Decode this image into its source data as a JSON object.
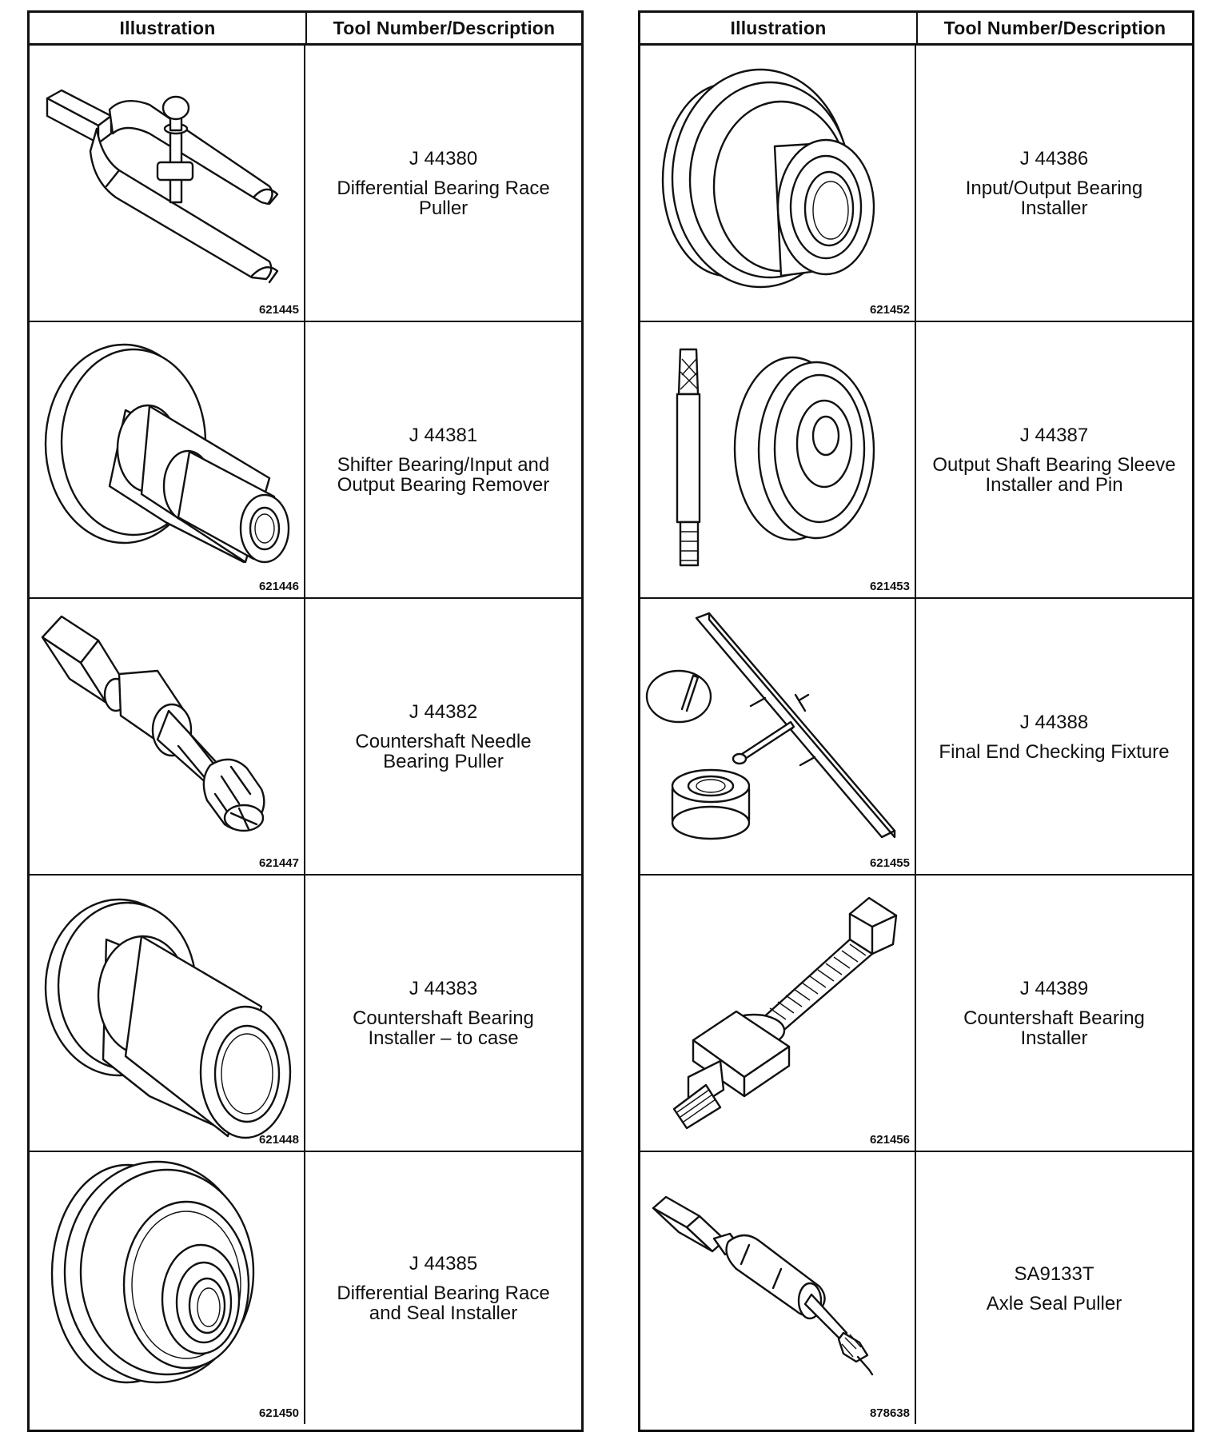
{
  "headers": {
    "illustration": "Illustration",
    "description": "Tool Number/Description"
  },
  "left_rows": [
    {
      "fig": "621445",
      "tool": "J 44380",
      "desc": [
        "Differential Bearing Race",
        "Puller"
      ],
      "icon": "race-puller-icon"
    },
    {
      "fig": "621446",
      "tool": "J 44381",
      "desc": [
        "Shifter Bearing/Input and",
        "Output Bearing Remover"
      ],
      "icon": "bearing-remover-icon"
    },
    {
      "fig": "621447",
      "tool": "J 44382",
      "desc": [
        "Countershaft Needle",
        "Bearing Puller"
      ],
      "icon": "needle-bearing-puller-icon"
    },
    {
      "fig": "621448",
      "tool": "J 44383",
      "desc": [
        "Countershaft Bearing",
        "Installer – to case"
      ],
      "icon": "bearing-installer-icon"
    },
    {
      "fig": "621450",
      "tool": "J 44385",
      "desc": [
        "Differential Bearing Race",
        "and Seal Installer"
      ],
      "icon": "race-seal-installer-icon"
    }
  ],
  "right_rows": [
    {
      "fig": "621452",
      "tool": "J 44386",
      "desc": [
        "Input/Output Bearing",
        "Installer"
      ],
      "icon": "input-output-installer-icon"
    },
    {
      "fig": "621453",
      "tool": "J 44387",
      "desc": [
        "Output Shaft Bearing Sleeve",
        "Installer and Pin"
      ],
      "icon": "sleeve-installer-pin-icon"
    },
    {
      "fig": "621455",
      "tool": "J 44388",
      "desc": [
        "Final End Checking Fixture"
      ],
      "icon": "checking-fixture-icon"
    },
    {
      "fig": "621456",
      "tool": "J 44389",
      "desc": [
        "Countershaft Bearing",
        "Installer"
      ],
      "icon": "threaded-installer-icon"
    },
    {
      "fig": "878638",
      "tool": "SA9133T",
      "desc": [
        "Axle Seal Puller"
      ],
      "icon": "axle-seal-puller-icon"
    }
  ]
}
